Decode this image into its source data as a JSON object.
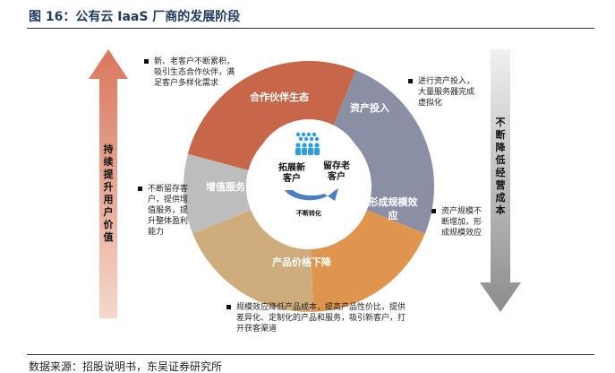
{
  "title": "图 16：公有云 IaaS 厂商的发展阶段",
  "source": "数据来源：招股说明书，东吴证券研究所",
  "left_arrow": {
    "label": "持续提升用户价值",
    "color": "#e08a72"
  },
  "right_arrow": {
    "label": "不断降低经营成本",
    "color": "#9a9a9a"
  },
  "segments": [
    {
      "label": "合作伙伴生态",
      "color": "#c8664a"
    },
    {
      "label": "资产投入",
      "color": "#8a8fa6"
    },
    {
      "label": "形成规模效应",
      "color": "#e0954f"
    },
    {
      "label": "产品价格下降",
      "color": "#cfac7b"
    },
    {
      "label": "增值服务",
      "color": "#bdbdbd"
    }
  ],
  "center": {
    "left": "拓展新客户",
    "right": "留存老客户",
    "bottom": "不断转化",
    "icon_color": "#2a9fe0",
    "arrow_color": "#4a7fc0"
  },
  "notes": {
    "partner": "新、老客户不断累积，吸引生态合作伙伴，满足客户多样化需求",
    "asset": "进行资产投入，大量服务器完成虚拟化",
    "value": "不断留存客户，提供增值服务，提升整体盈利能力",
    "scale": "资产规模不断增加，形成规模效应",
    "price": "规模效应降低产品成本，提高产品性价比，提供差异化、定制化的产品和服务，吸引新客户，打开获客渠道"
  }
}
